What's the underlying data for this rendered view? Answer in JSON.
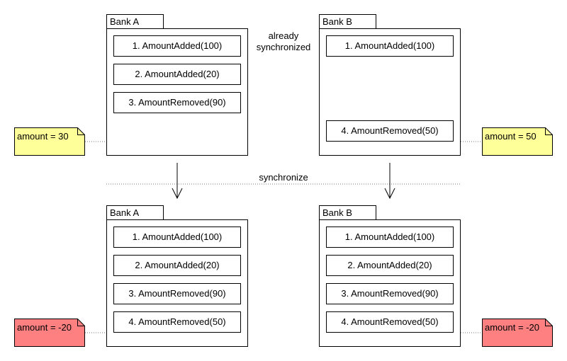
{
  "top": {
    "bank_a": {
      "title": "Bank A",
      "events": [
        "1. AmountAdded(100)",
        "2. AmountAdded(20)",
        "3. AmountRemoved(90)"
      ]
    },
    "bank_b": {
      "title": "Bank B",
      "events": [
        "1. AmountAdded(100)",
        "4. AmountRemoved(50)"
      ]
    },
    "note_a": "amount = 30",
    "note_b": "amount = 50",
    "already_label_line1": "already",
    "already_label_line2": "synchronized"
  },
  "sync_label": "synchronize",
  "bottom": {
    "bank_a": {
      "title": "Bank A",
      "events": [
        "1. AmountAdded(100)",
        "2. AmountAdded(20)",
        "3. AmountRemoved(90)",
        "4. AmountRemoved(50)"
      ]
    },
    "bank_b": {
      "title": "Bank B",
      "events": [
        "1. AmountAdded(100)",
        "2. AmountAdded(20)",
        "3. AmountRemoved(90)",
        "4. AmountRemoved(50)"
      ]
    },
    "note_a": "amount = -20",
    "note_b": "amount = -20"
  },
  "colors": {
    "note_ok": "#ffff99",
    "note_error": "#ff8080"
  }
}
